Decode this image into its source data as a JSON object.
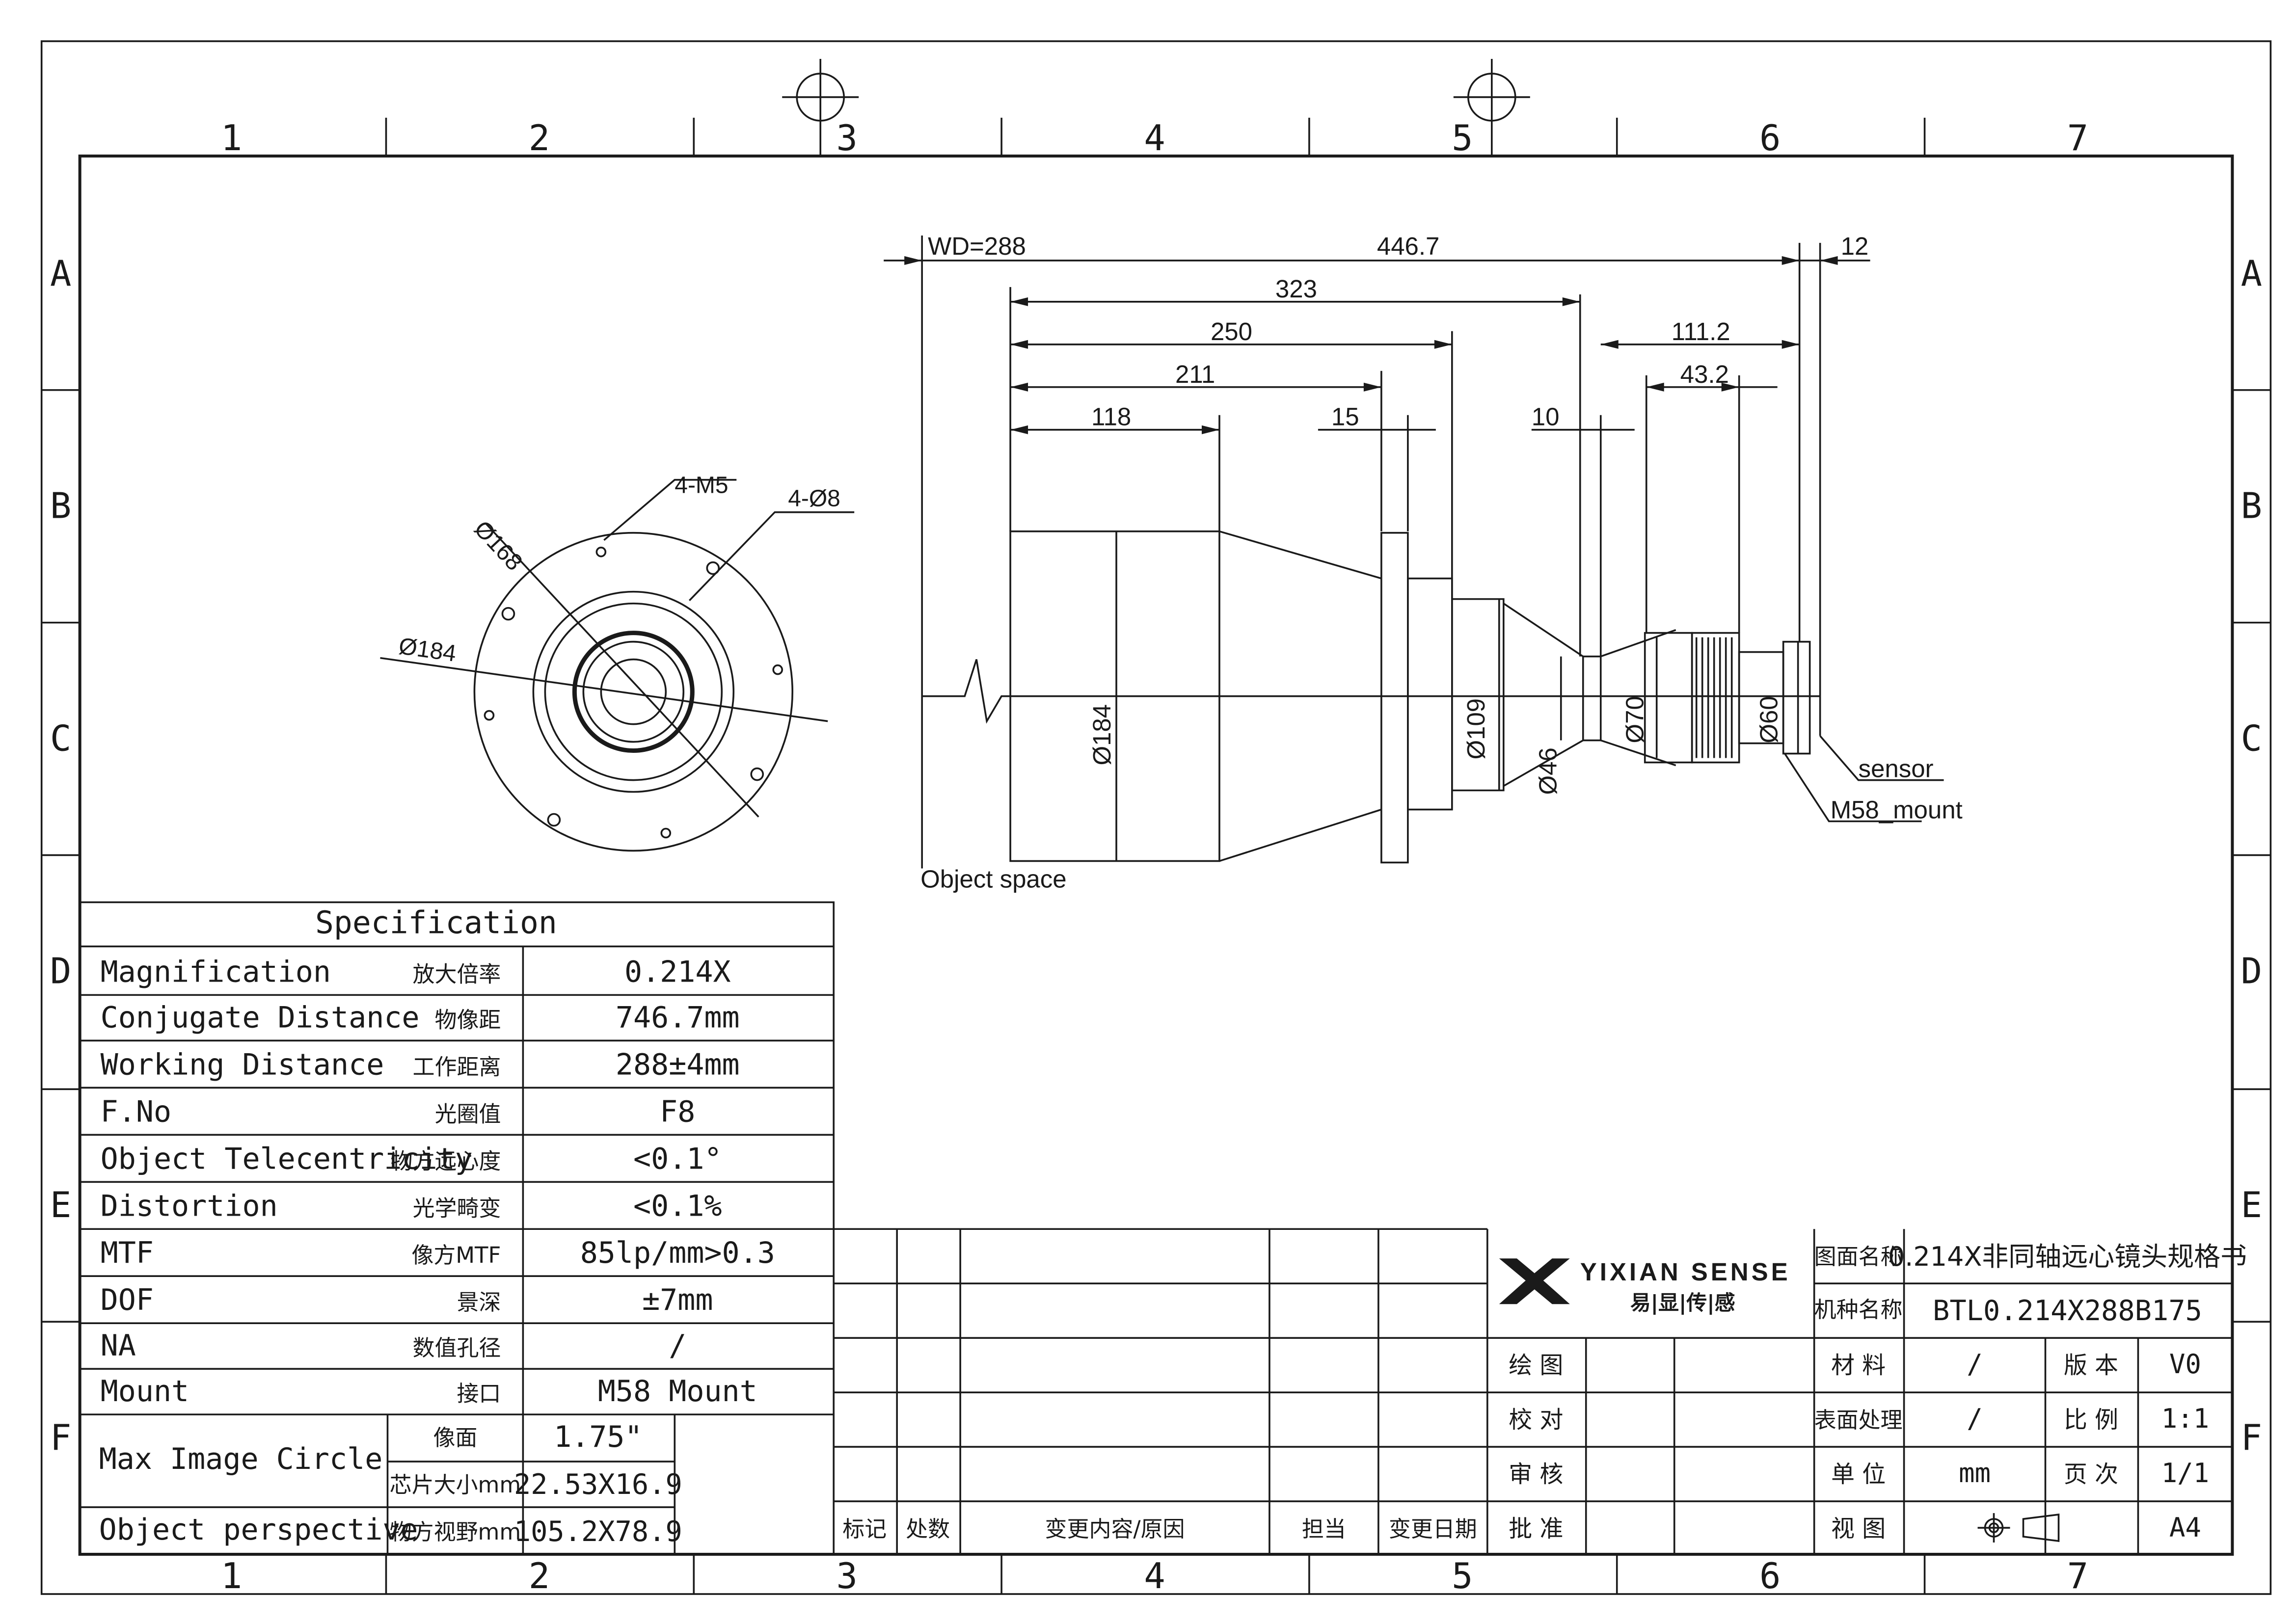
{
  "frame": {
    "columns": [
      "1",
      "2",
      "3",
      "4",
      "5",
      "6",
      "7"
    ],
    "rows": [
      "A",
      "B",
      "C",
      "D",
      "E",
      "F"
    ]
  },
  "front_view": {
    "labels": [
      "4-M5",
      "4-Ø8",
      "Ø168",
      "Ø184"
    ]
  },
  "side_view": {
    "dimensions_top": [
      "WD=288",
      "446.7",
      "12",
      "323",
      "250",
      "111.2",
      "211",
      "43.2",
      "118",
      "15",
      "10"
    ],
    "diameters": [
      "Ø184",
      "Ø109",
      "Ø46",
      "Ø70",
      "Ø60"
    ],
    "callouts": [
      "sensor",
      "M58_mount",
      "Object space"
    ]
  },
  "spec": {
    "title": "Specification",
    "rows": [
      {
        "en": "Magnification",
        "cn": "放大倍率",
        "val": "0.214X"
      },
      {
        "en": "Conjugate Distance",
        "cn": "物像距",
        "val": "746.7mm"
      },
      {
        "en": "Working Distance",
        "cn": "工作距离",
        "val": "288±4mm"
      },
      {
        "en": "F.No",
        "cn": "光圈值",
        "val": "F8"
      },
      {
        "en": "Object Telecentricity",
        "cn": "物方远心度",
        "val": "<0.1°"
      },
      {
        "en": "Distortion",
        "cn": "光学畸变",
        "val": "<0.1%"
      },
      {
        "en": "MTF",
        "cn": "像方MTF",
        "val": "85lp/mm>0.3"
      },
      {
        "en": "DOF",
        "cn": "景深",
        "val": "±7mm"
      },
      {
        "en": "NA",
        "cn": "数值孔径",
        "val": "/"
      },
      {
        "en": "Mount",
        "cn": "接口",
        "val": "M58 Mount"
      }
    ],
    "max_circle": {
      "en": "Max Image Circle",
      "cn1": "像面",
      "val1": "1.75\"",
      "cn2": "芯片大小mm",
      "val2": "22.53X16.9"
    },
    "perspective": {
      "en": "Object perspective",
      "cn": "物方视野mm",
      "val": "105.2X78.9"
    }
  },
  "title_block": {
    "brand": "YIXIAN SENSE",
    "brand_cn": "易|显|传|感",
    "drawing_name_label": "图面名称",
    "drawing_name": "0.214X非同轴远心镜头规格书",
    "model_label": "机种名称",
    "model": "BTL0.214X288B175",
    "revision_headers": [
      "标记",
      "处数",
      "变更内容/原因",
      "担当",
      "变更日期"
    ],
    "sign_rows": [
      "绘 图",
      "校 对",
      "审 核",
      "批 准"
    ],
    "material_label": "材 料",
    "material": "/",
    "version_label": "版 本",
    "version": "V0",
    "surface_label": "表面处理",
    "surface": "/",
    "scale_label": "比 例",
    "scale": "1:1",
    "unit_label": "单 位",
    "unit": "mm",
    "page_label": "页 次",
    "page": "1/1",
    "view_label": "视 图",
    "paper": "A4"
  }
}
